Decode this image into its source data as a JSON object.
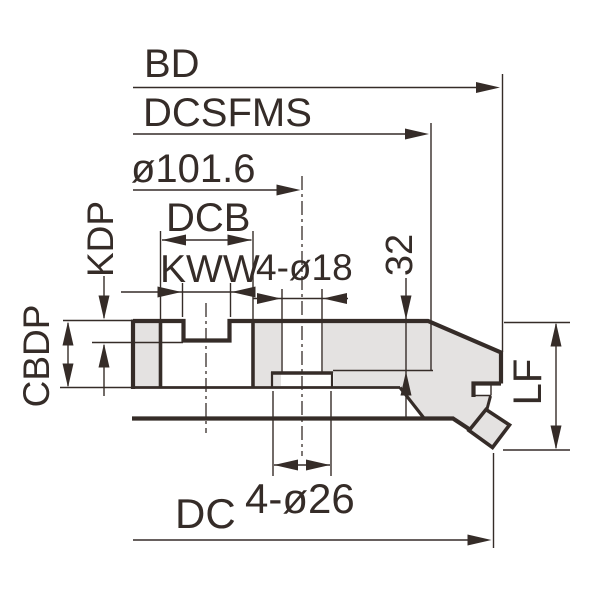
{
  "labels": {
    "bd": "BD",
    "dcsfms": "DCSFMS",
    "pitch_diameter": "ø101.6",
    "dcb": "DCB",
    "kww": "KWW",
    "front_holes": "4-ø18",
    "flange_depth": "32",
    "kdp": "KDP",
    "cbdp": "CBDP",
    "lf": "LF",
    "dc": "DC",
    "back_holes": "4-ø26"
  },
  "colors": {
    "line": "#352c28",
    "section_fill": "#e4e2e1",
    "background": "#ffffff"
  }
}
